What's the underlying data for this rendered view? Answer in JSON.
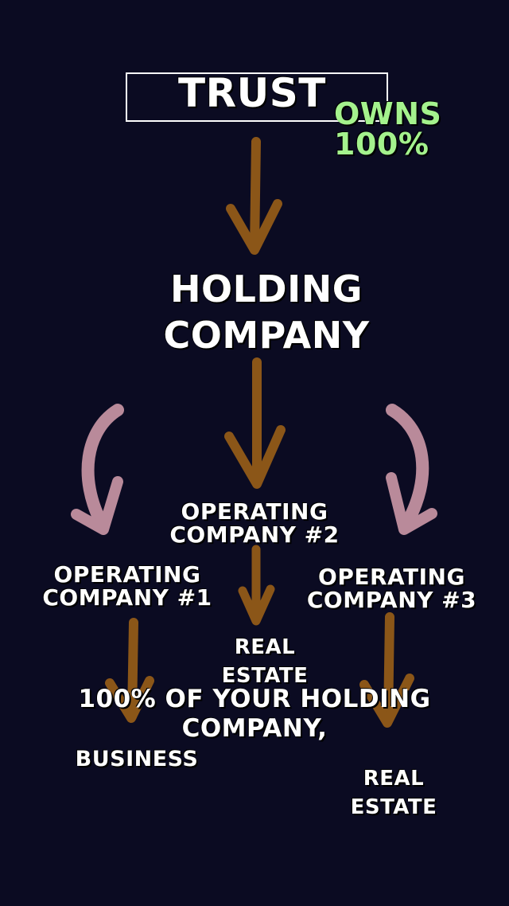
{
  "diagram": {
    "trust": "TRUST",
    "owns": [
      "OWNS",
      "100%"
    ],
    "holding_company": [
      "HOLDING",
      "COMPANY"
    ],
    "operating_company_2": [
      "OPERATING",
      "COMPANY #2"
    ],
    "operating_company_1": [
      "OPERATING",
      "COMPANY #1"
    ],
    "operating_company_3": [
      "OPERATING",
      "COMPANY #3"
    ],
    "real_estate_middle": [
      "REAL",
      "ESTATE"
    ],
    "caption": [
      "100% OF YOUR HOLDING",
      "COMPANY,"
    ],
    "business": "BUSINESS",
    "real_estate_right": [
      "REAL",
      "ESTATE"
    ]
  },
  "colors": {
    "background": "#0b0b22",
    "text": "#ffffff",
    "owns_accent": "#a4f28d",
    "arrow_brown": "#8b5618",
    "arrow_pink": "#b98a9a"
  }
}
